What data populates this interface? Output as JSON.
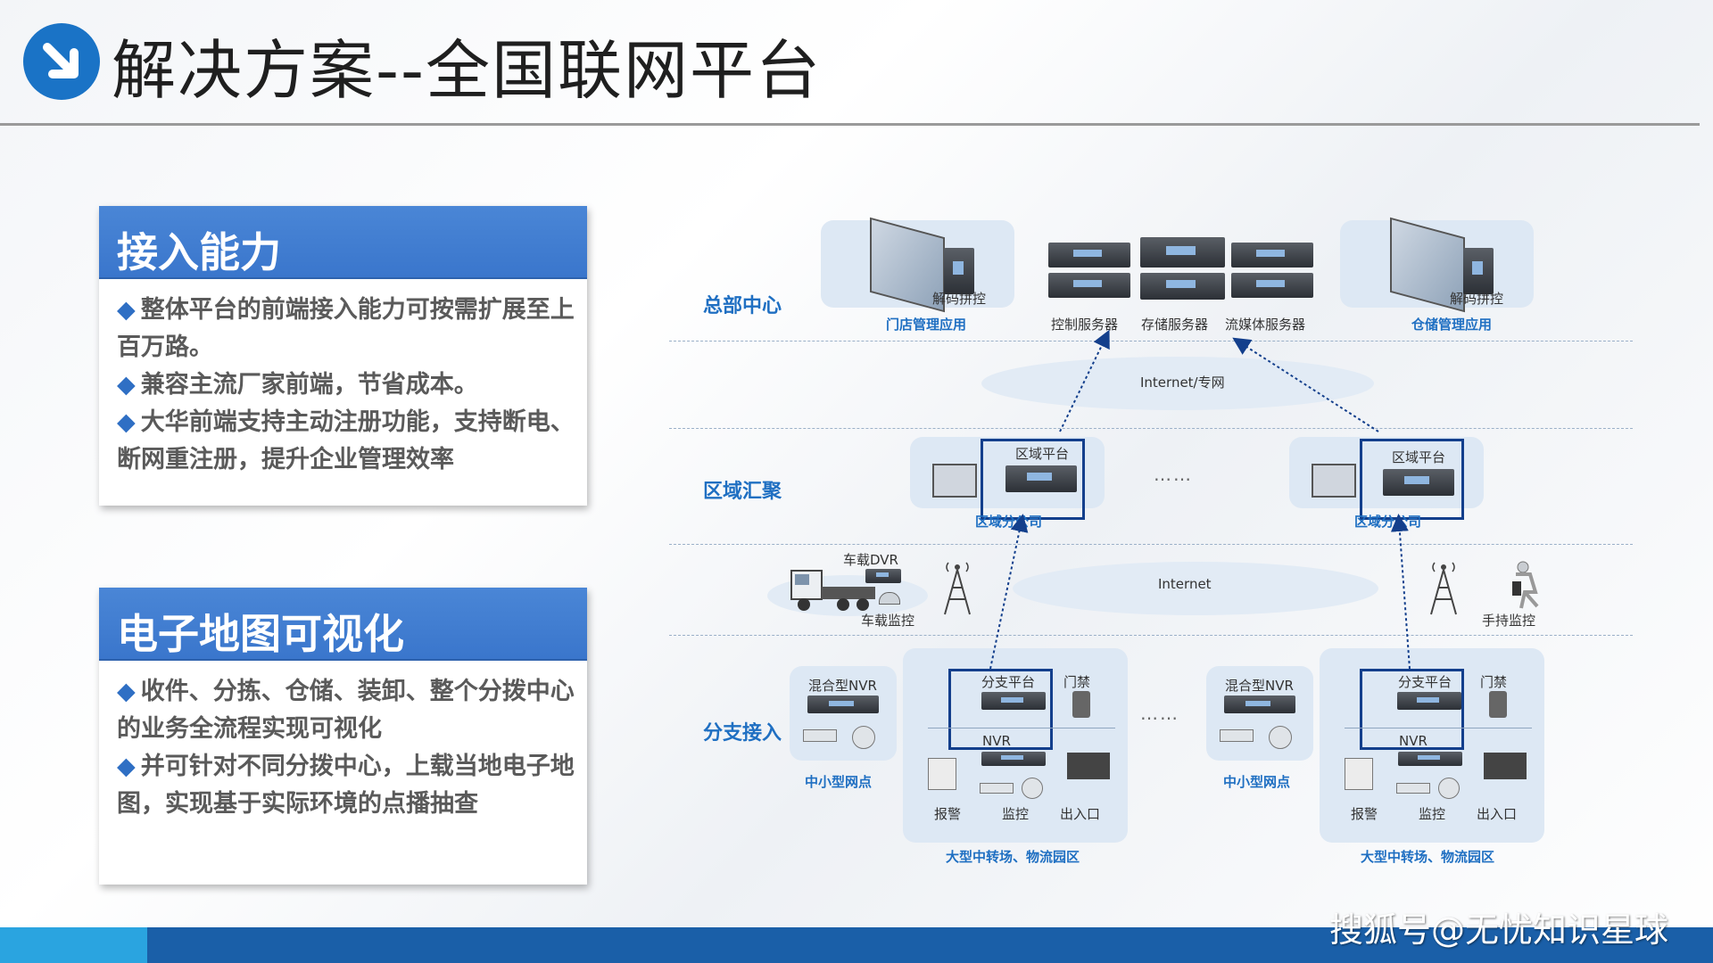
{
  "header": {
    "title": "解决方案--全国联网平台"
  },
  "cards": [
    {
      "title": "接入能力",
      "bullets": [
        "整体平台的前端接入能力可按需扩展至上百万路。",
        "兼容主流厂家前端，节省成本。",
        "大华前端支持主动注册功能，支持断电、断网重注册，提升企业管理效率"
      ]
    },
    {
      "title": "电子地图可视化",
      "bullets": [
        "收件、分拣、仓储、装卸、整个分拨中心的业务全流程实现可视化",
        "并可针对不同分拨中心，上载当地电子地图，实现基于实际环境的点播抽查"
      ]
    }
  ],
  "diagram": {
    "tiers": [
      "总部中心",
      "区域汇聚",
      "分支接入"
    ],
    "hq": {
      "decoder_label": "解码拼控",
      "store_app": "门店管理应用",
      "warehouse_app": "仓储管理应用",
      "servers": [
        "控制服务器",
        "存储服务器",
        "流媒体服务器"
      ]
    },
    "clouds": [
      "Internet/专网",
      "Internet"
    ],
    "regional": {
      "platform": "区域平台",
      "branch_company": "区域分公司"
    },
    "mobile": {
      "vehicle_dvr": "车载DVR",
      "vehicle_monitor": "车载监控",
      "handheld": "手持监控"
    },
    "branch": {
      "hybrid_nvr": "混合型NVR",
      "small_site": "中小型网点",
      "branch_platform": "分支平台",
      "access_control": "门禁",
      "nvr": "NVR",
      "alarm": "报警",
      "monitor": "监控",
      "entrance": "出入口",
      "large_site": "大型中转场、物流园区"
    },
    "ellipsis": "……"
  },
  "footer": {
    "watermark": "搜狐号@无忧知识星球"
  },
  "colors": {
    "accent": "#1a73c6",
    "card_header": "#3a76cc",
    "tier_text": "#1f6fc2",
    "frame": "#133f8c"
  }
}
